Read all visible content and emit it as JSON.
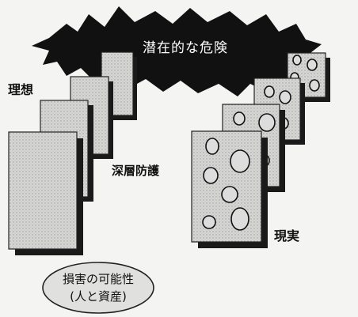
{
  "hazard_label": "潜在的な危険",
  "ideal_label": "理想",
  "defense_label": "深層防護",
  "reality_label": "現実",
  "loss_line1": "損害の可能性",
  "loss_line2": "(人と資産)",
  "colors": {
    "burst": "#111111",
    "slice_fill": "#d4d4d2",
    "shadow": "#1a1a1a",
    "ellipse_fill": "#dcdcdc",
    "background": "#f4f4f2"
  }
}
